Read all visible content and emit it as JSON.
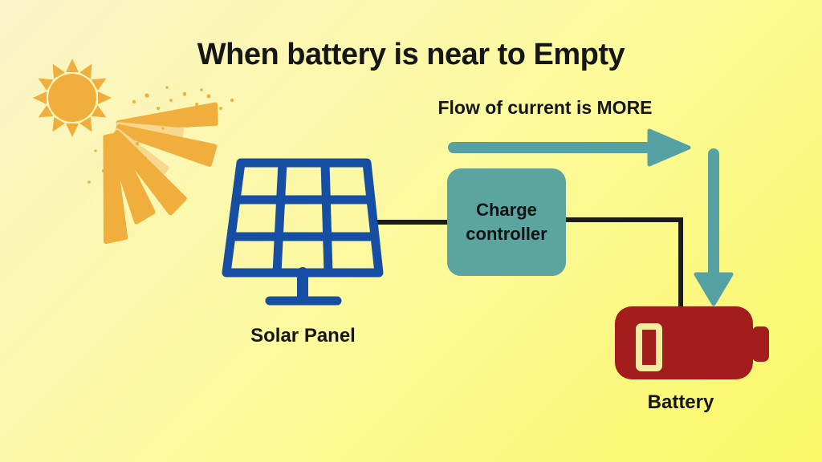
{
  "title": "When battery is near to Empty",
  "annotations": {
    "flow_label": "Flow of current is MORE"
  },
  "nodes": {
    "solar_panel": {
      "label": "Solar Panel",
      "icon": "solar-panel-icon"
    },
    "charge_controller": {
      "label": "Charge controller"
    },
    "battery": {
      "label": "Battery",
      "icon": "battery-low-icon"
    }
  },
  "decorations": {
    "sun": "sun-icon",
    "sun_rays": "sun-rays-icon"
  },
  "colors": {
    "bg_start": "#faf4c8",
    "bg_mid": "#fdfa9c",
    "bg_end": "#fbf766",
    "sun": "#f0ae3c",
    "sun_pale": "#f6d88e",
    "panel_blue": "#164ea3",
    "controller_teal": "#5ba49f",
    "arrow_teal": "#55a1a3",
    "battery_red": "#a41d1d",
    "battery_bar": "#f2eca0",
    "wire": "#1b1b1b",
    "text": "#161616"
  }
}
